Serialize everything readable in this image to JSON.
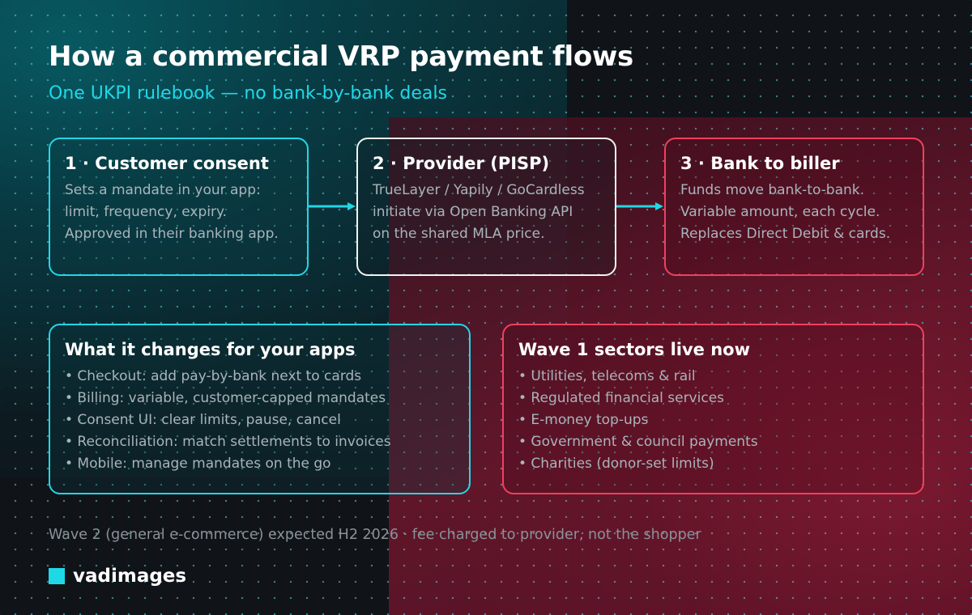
{
  "title": "How a commercial VRP payment flows",
  "subtitle": "One UKPI rulebook — no bank-by-bank deals",
  "steps": [
    {
      "title": "1 · Customer consent",
      "lines": [
        "Sets a mandate in your app:",
        "limit, frequency, expiry.",
        "Approved in their banking app."
      ]
    },
    {
      "title": "2 · Provider (PISP)",
      "lines": [
        "TrueLayer / Yapily / GoCardless",
        "initiate via Open Banking API",
        "on the shared MLA price."
      ]
    },
    {
      "title": "3 · Bank to biller",
      "lines": [
        "Funds move bank-to-bank.",
        "Variable amount, each cycle.",
        "Replaces Direct Debit & cards."
      ]
    }
  ],
  "changes": {
    "title": "What it changes for your apps",
    "items": [
      "• Checkout: add pay-by-bank next to cards",
      "• Billing: variable, customer-capped mandates",
      "• Consent UI: clear limits, pause, cancel",
      "• Reconciliation: match settlements to invoices",
      "• Mobile: manage mandates on the go"
    ]
  },
  "sectors": {
    "title": "Wave 1 sectors live now",
    "items": [
      "• Utilities, telecoms & rail",
      "• Regulated financial services",
      "• E-money top-ups",
      "• Government & council payments",
      "• Charities (donor-set limits)"
    ]
  },
  "footnote": "Wave 2 (general e-commerce) expected H2 2026 · fee charged to provider, not the shopper",
  "brand": "vadimages",
  "colors": {
    "cyan": "#23d6e6",
    "red": "#f0405e",
    "white": "#f2f2f2",
    "subtitle": "#1fd8e6"
  }
}
